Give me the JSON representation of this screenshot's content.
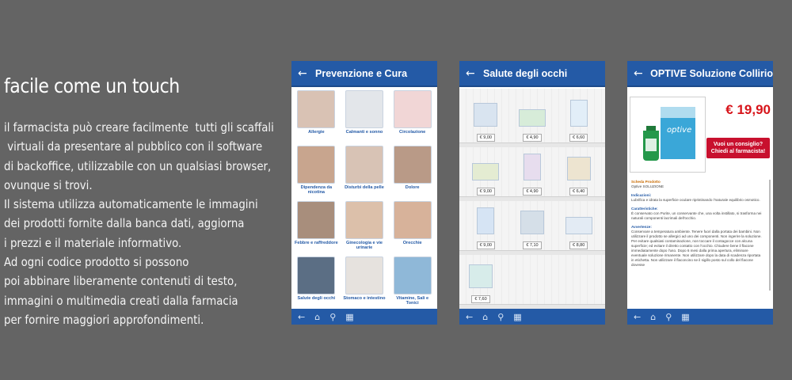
{
  "headline": "facile come un touch",
  "description_lines": [
    "il farmacista può creare facilmente  tutti gli scaffali",
    " virtuali da presentare al pubblico con il software",
    "di backoffice, utilizzabile con un qualsiasi browser,",
    "ovunque si trovi.",
    "Il sistema utilizza automaticamente le immagini",
    "dei prodotti fornite dalla banca dati, aggiorna",
    "i prezzi e il materiale informativo.",
    "Ad ogni codice prodotto si possono",
    "poi abbinare liberamente contenuti di testo,",
    "immagini o multimedia creati dalla farmacia",
    "per fornire maggiori approfondimenti."
  ],
  "footer_icons": [
    "back-arrow-icon",
    "home-icon",
    "search-icon",
    "barcode-icon"
  ],
  "footer_glyphs": [
    "←",
    "⌂",
    "⚲",
    "▦"
  ],
  "back_glyph": "←",
  "screen1": {
    "title": "Prevenzione e Cura",
    "categories": [
      {
        "label": "Allergie",
        "color": "#d9c2b4"
      },
      {
        "label": "Calmanti e sonno",
        "color": "#e3e6ea"
      },
      {
        "label": "Circolazione",
        "color": "#f1d6d6"
      },
      {
        "label": "Dipendenza da nicotina",
        "color": "#c8a58e"
      },
      {
        "label": "Disturbi della pelle",
        "color": "#d8c3b5"
      },
      {
        "label": "Dolore",
        "color": "#b99a87"
      },
      {
        "label": "Febbre e raffreddore",
        "color": "#a88e7c"
      },
      {
        "label": "Ginecologia e vie urinarie",
        "color": "#dcc0aa"
      },
      {
        "label": "Orecchie",
        "color": "#d7b29a"
      },
      {
        "label": "Salute degli occhi",
        "color": "#5b6e84"
      },
      {
        "label": "Stomaco e intestino",
        "color": "#e6e2de"
      },
      {
        "label": "Vitamine, Sali e Tonici",
        "color": "#8fb8d8"
      }
    ]
  },
  "screen2": {
    "title": "Salute degli occhi",
    "rows": [
      {
        "products": [
          {
            "price": "€ 9,00",
            "color": "#d9e4f0"
          },
          {
            "price": "€ 4,90",
            "color": "#d7ecd9"
          },
          {
            "price": "€ 6,60",
            "color": "#e2eef8"
          }
        ]
      },
      {
        "products": [
          {
            "price": "€ 9,00",
            "color": "#e4ecd2"
          },
          {
            "price": "€ 4,90",
            "color": "#e7ddee"
          },
          {
            "price": "€ 6,40",
            "color": "#ede4d0"
          }
        ]
      },
      {
        "products": [
          {
            "price": "€ 9,00",
            "color": "#d6e4f4"
          },
          {
            "price": "€ 7,10",
            "color": "#d5dfe8"
          },
          {
            "price": "€ 8,80",
            "color": "#e3ebf4"
          }
        ]
      },
      {
        "products": [
          {
            "price": "€ 7,60",
            "color": "#d7ecea"
          }
        ]
      }
    ]
  },
  "screen3": {
    "title": "OPTIVE Soluzione Collirio",
    "price": "€ 19,90",
    "cta": "Vuoi un consiglio? Chiedi al farmacista!",
    "product_label": "optive",
    "detail": {
      "heading": "Scheda Prodotto",
      "name": "Optive SOLUZIONE",
      "sections": [
        {
          "title": "Indicazioni:",
          "text": "Lubrifica e idrata la superficie oculare ripristinando l'naturale equilibrio osmotico."
        },
        {
          "title": "Caratteristiche:",
          "text": "È conservato con Purite, un conservante che, una volta instillato, si trasforma nei naturali componenti lacrimali dell'occhio."
        },
        {
          "title": "Avvertenze:",
          "text": "Conservare a temperatura ambiente. Tenere fuori dalla portata dei bambini. Non utilizzare il prodotto se allergici ad uno dei componenti. Non ingerire la soluzione. Per evitare qualsiasi contaminazione, non toccare il contagocce con alcuna superficie; ed evitare il diretto contatto con l'occhio. Chiudere bene il flacone immediatamente dopo l'uso. Dopo 6 mesi dalla prima apertura, eliminare eventuale soluzione rimanente. Non utilizzare dopo la data di scadenza riportata in etichetta. Non utilizzare il flaconcino se il sigillo posto sul collo del flacone dovesse"
        }
      ]
    }
  }
}
